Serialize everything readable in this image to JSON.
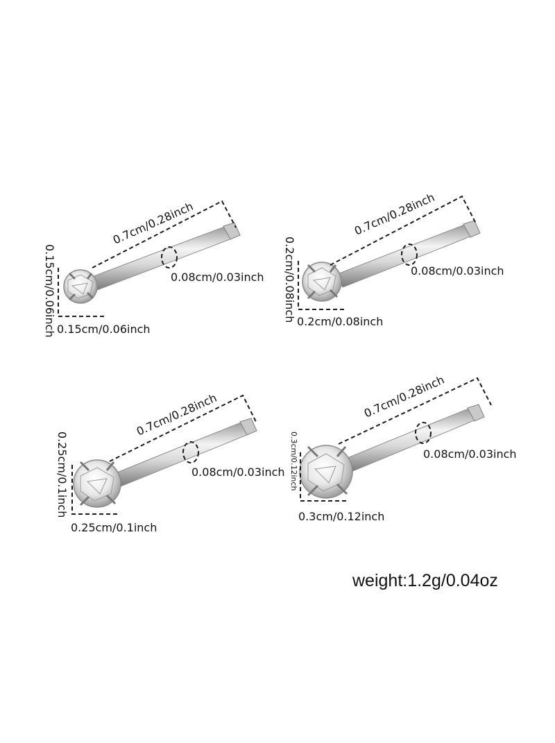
{
  "studs": [
    {
      "pin_length": "0.7cm/0.28inch",
      "pin_diameter": "0.08cm/0.03inch",
      "stone_height": "0.15cm/0.06inch",
      "stone_width": "0.15cm/0.06inch"
    },
    {
      "pin_length": "0.7cm/0.28inch",
      "pin_diameter": "0.08cm/0.03inch",
      "stone_height": "0.2cm/0.08inch",
      "stone_width": "0.2cm/0.08inch"
    },
    {
      "pin_length": "0.7cm/0.28inch",
      "pin_diameter": "0.08cm/0.03inch",
      "stone_height": "0.25cm/0.1inch",
      "stone_width": "0.25cm/0.1inch"
    },
    {
      "pin_length": "0.7cm/0.28inch",
      "pin_diameter": "0.08cm/0.03inch",
      "stone_height": "0.3cm/0.12inch",
      "stone_width": "0.3cm/0.12inch"
    }
  ],
  "weight": "weight:1.2g/0.04oz"
}
